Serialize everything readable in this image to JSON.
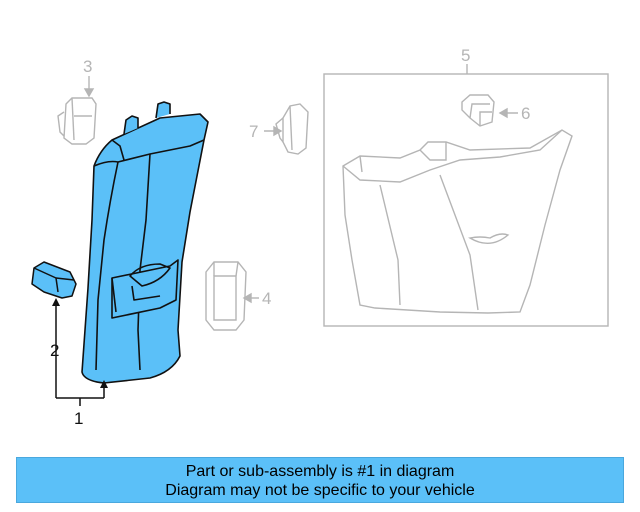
{
  "callouts": {
    "part1": "1",
    "part2": "2",
    "part3": "3",
    "part4": "4",
    "part5": "5",
    "part6": "6",
    "part7": "7"
  },
  "caption": {
    "line1": "Part or sub-assembly is #1 in diagram",
    "line2": "Diagram may not be specific to your vehicle"
  },
  "colors": {
    "highlight": "#5bc0f8",
    "outline_dark": "#111111",
    "outline_dim": "#b5b5b5"
  }
}
